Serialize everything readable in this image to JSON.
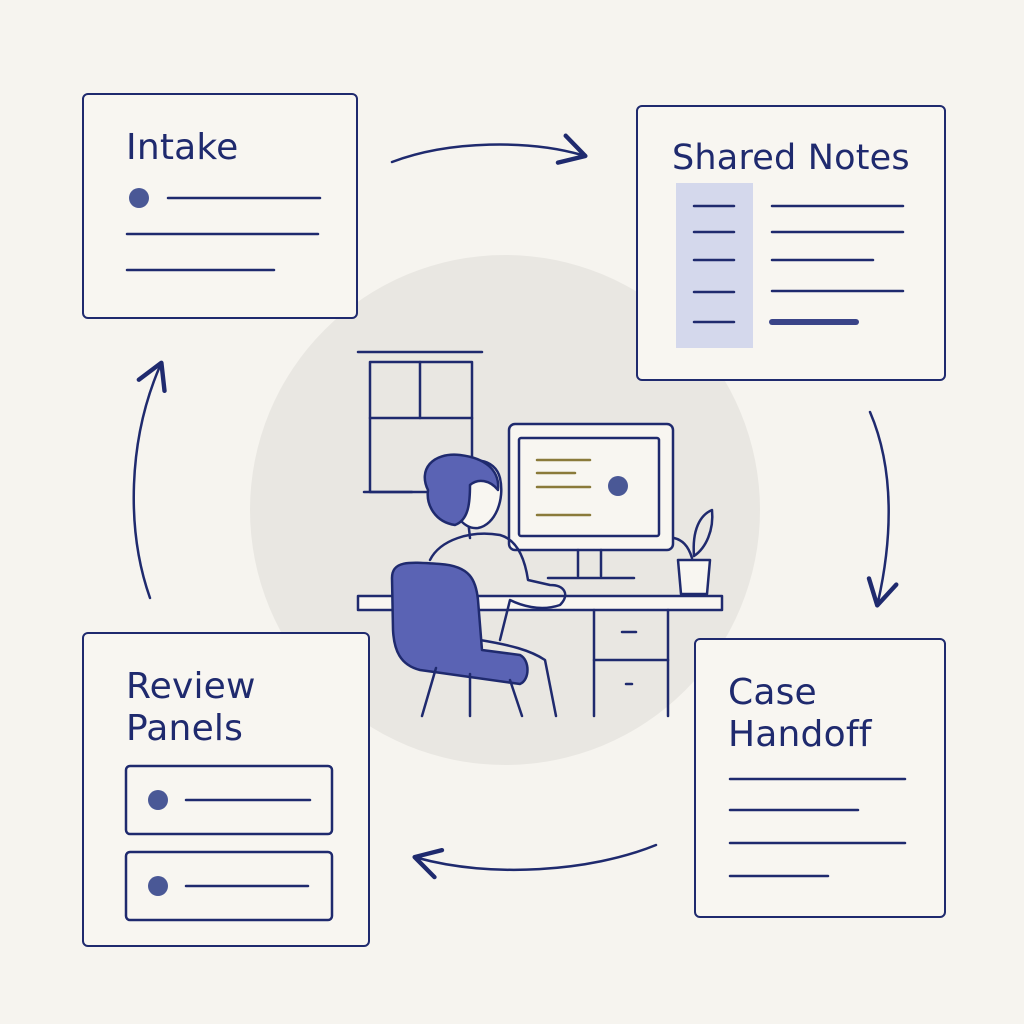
{
  "cards": {
    "intake": {
      "title": "Intake"
    },
    "shared_notes": {
      "title": "Shared Notes"
    },
    "review_panels": {
      "title": "Review\nPanels"
    },
    "case_handoff": {
      "title": "Case\nHandoff"
    }
  },
  "colors": {
    "ink": "#1f2a6e",
    "accent": "#5a63b4",
    "highlight": "#d4d8ec",
    "backdrop_circle": "#e9e7e2",
    "screen_line": "#8a7a3a",
    "background": "#f6f4ef"
  },
  "icons": [
    "person-at-desk-illustration",
    "window-icon",
    "monitor-icon",
    "plant-icon",
    "chair-icon"
  ]
}
